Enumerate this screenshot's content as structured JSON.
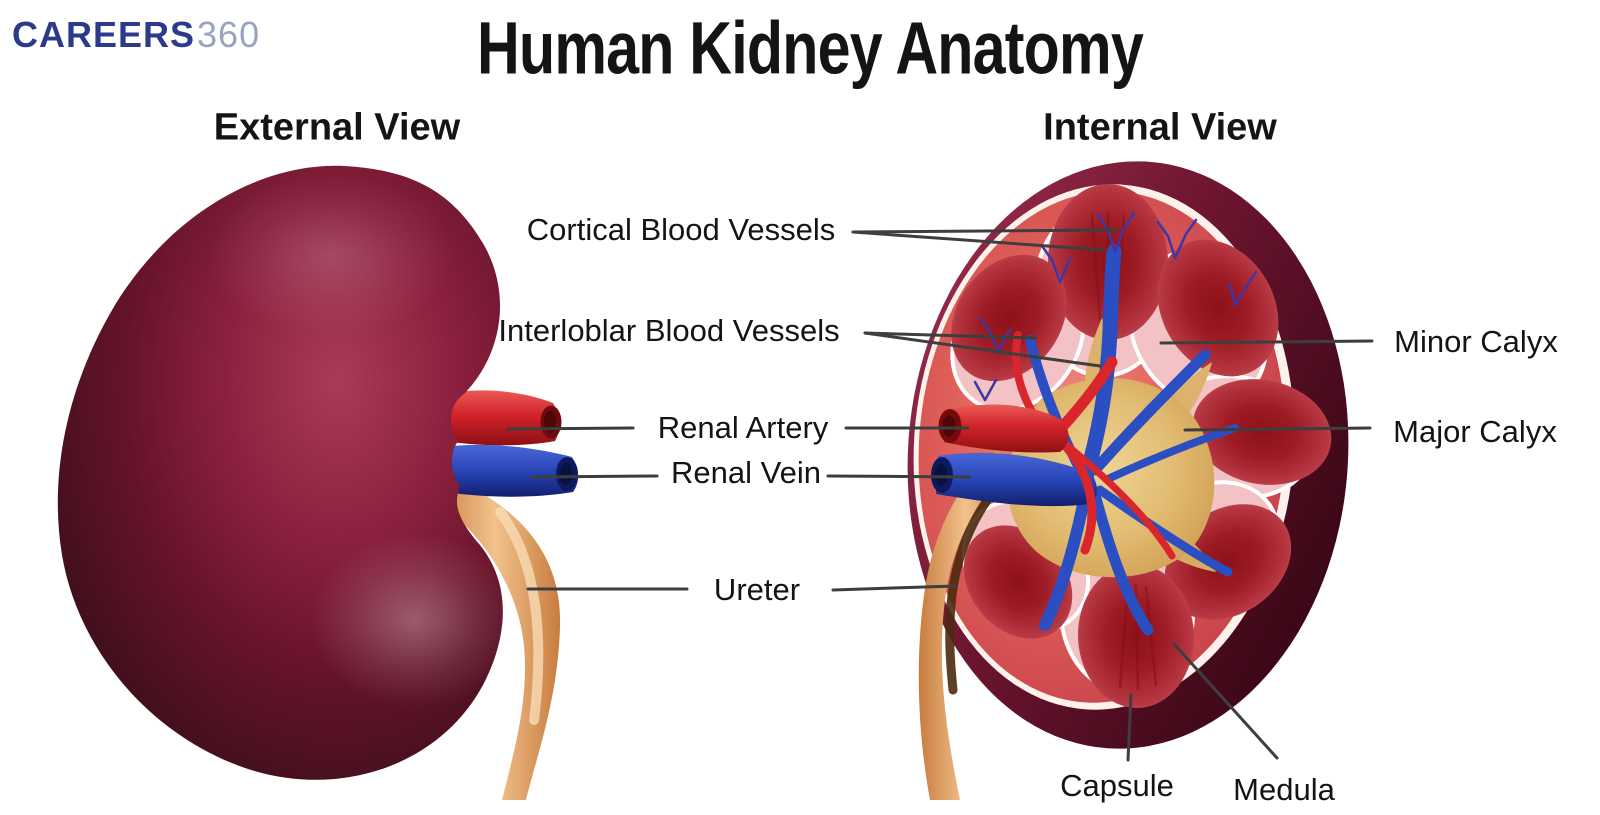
{
  "logo": {
    "brand": "CAREERS",
    "suffix": "360"
  },
  "title": "Human Kidney Anatomy",
  "views": {
    "external": "External View",
    "internal": "Internal View"
  },
  "labels": {
    "cortical_blood_vessels": "Cortical Blood Vessels",
    "interloblar_blood_vessels": "Interloblar Blood Vessels",
    "renal_artery": "Renal Artery",
    "renal_vein": "Renal Vein",
    "ureter": "Ureter",
    "minor_calyx": "Minor Calyx",
    "major_calyx": "Major Calyx",
    "capsule": "Capsule",
    "medula": "Medula"
  },
  "colors": {
    "brand_navy": "#2c3a8c",
    "brand_360_gray": "#97a4bf",
    "text_black": "#141414",
    "leader_line": "#3e3e3e",
    "kidney_maroon": "#6b1226",
    "artery_red": "#d2232a",
    "vein_blue": "#2746b8",
    "ureter_tan": "#e2a668",
    "pelvis_gold": "#e2bc72",
    "cortex_pink": "#e06059",
    "background": "#ffffff"
  }
}
